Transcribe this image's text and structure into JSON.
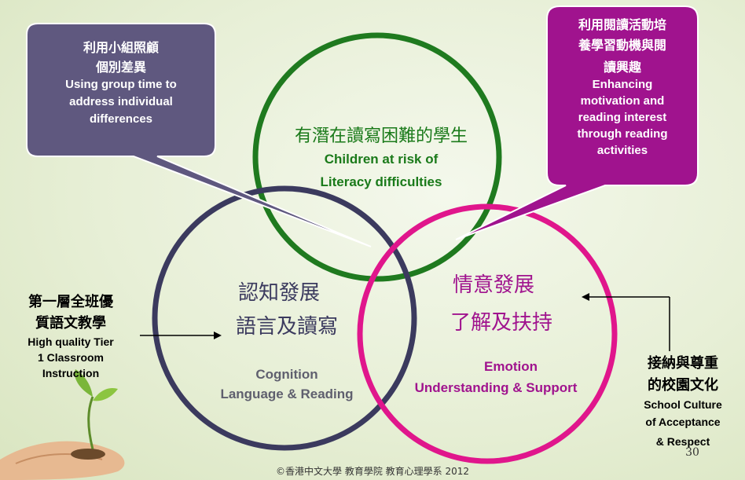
{
  "callout_left": {
    "zh_1": "利用小組照顧",
    "zh_2": "個別差異",
    "en_1": "Using group time to",
    "en_2": "address individual",
    "en_3": "differences"
  },
  "callout_right": {
    "zh_1": "利用閱讀活動培",
    "zh_2": "養學習動機與閱",
    "zh_3": "讀興趣",
    "en_1": "Enhancing",
    "en_2": "motivation and",
    "en_3": "reading interest",
    "en_4": "through reading",
    "en_5": "activities"
  },
  "circle_top": {
    "zh": "有潛在讀寫困難的學生",
    "en_1": "Children at risk of",
    "en_2": "Literacy difficulties"
  },
  "circle_left": {
    "zh_1": "認知發展",
    "zh_2": "語言及讀寫",
    "en_1": "Cognition",
    "en_2": "Language & Reading"
  },
  "circle_right": {
    "zh_1": "情意發展",
    "zh_2": "了解及扶持",
    "en_1": "Emotion",
    "en_2": "Understanding & Support"
  },
  "left_label": {
    "zh_1": "第一層全班優",
    "zh_2": "質語文教學",
    "en_1": "High quality Tier",
    "en_2": "1 Classroom",
    "en_3": "Instruction"
  },
  "right_label": {
    "zh_1": "接納與尊重",
    "zh_2": "的校園文化",
    "en_1": "School Culture",
    "en_2": "of Acceptance",
    "en_3": "& Respect"
  },
  "page_number": "30",
  "footer": "©香港中文大學 教育學院 教育心理學系 2012",
  "colors": {
    "top_circle": "#1f7a1f",
    "left_circle": "#3b3a5e",
    "right_circle": "#e0168c",
    "left_callout": "#5f587f",
    "right_callout": "#a0138e",
    "text_green": "#1a7a1a",
    "text_dark": "#3b3a5e",
    "text_magenta": "#a0138e"
  }
}
